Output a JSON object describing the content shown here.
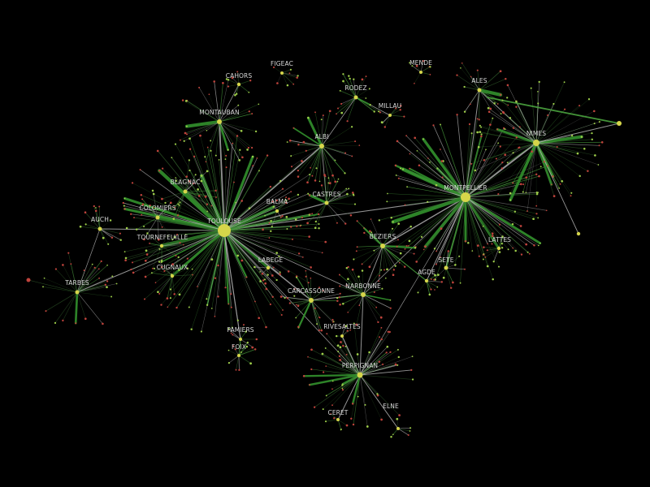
{
  "figure": {
    "background": "#000000",
    "colors": {
      "edge_strong": "#2f8a2a",
      "edge_medium": "#4aa33e",
      "edge_gray": "#b8b8b8",
      "edge_faint": "#3a6e33",
      "node_hub": "#d6d64a",
      "node_green": "#9fcf4a",
      "node_red": "#c0433c"
    }
  },
  "labels": {
    "toulouse": "TOULOUSE",
    "montpellier": "MONTPELLIER",
    "nimes": "NIMES",
    "perpignan": "PERPIGNAN",
    "beziers": "BEZIERS",
    "narbonne": "NARBONNE",
    "carcassonne": "CARCASSONNE",
    "albi": "ALBI",
    "castres": "CASTRES",
    "montauban": "MONTAUBAN",
    "cahors": "CAHORS",
    "figeac": "FIGEAC",
    "rodez": "RODEZ",
    "millau": "MILLAU",
    "mende": "MENDE",
    "ales": "ALES",
    "blagnac": "BLAGNAC",
    "balma": "BALMA",
    "colomiers": "COLOMIERS",
    "tournefeuille": "TOURNEFEUILLE",
    "cugnaux": "CUGNAUX",
    "labege": "LABEGE",
    "auch": "AUCH",
    "tarbes": "TARBES",
    "pamiers": "PAMIERS",
    "foix": "FOIX",
    "rivesaltes": "RIVESALTES",
    "ceret": "CERET",
    "elne": "ELNE",
    "sete": "SETE",
    "agde": "AGDE",
    "lattes": "LATTES"
  }
}
